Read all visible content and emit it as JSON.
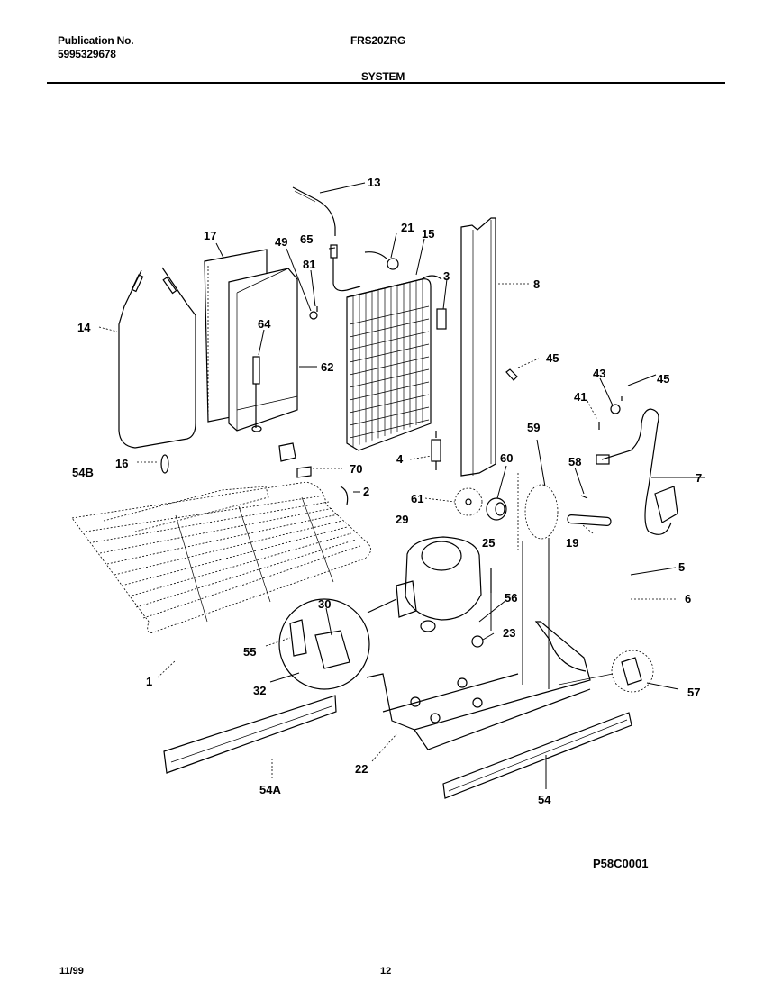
{
  "header": {
    "publication_label": "Publication No.",
    "publication_number": "5995329678",
    "model": "FRS20ZRG",
    "section": "SYSTEM"
  },
  "footer": {
    "date": "11/99",
    "page": "12",
    "figure_code": "P58C0001"
  },
  "callouts": {
    "c13": "13",
    "c17": "17",
    "c49": "49",
    "c65": "65",
    "c21": "21",
    "c15": "15",
    "c81": "81",
    "c3": "3",
    "c8": "8",
    "c14": "14",
    "c64": "64",
    "c62": "62",
    "c45a": "45",
    "c43": "43",
    "c45b": "45",
    "c41": "41",
    "c7": "7",
    "c16": "16",
    "c4": "4",
    "c70": "70",
    "c54B": "54B",
    "c2": "2",
    "c59": "59",
    "c60": "60",
    "c58": "58",
    "c61": "61",
    "c29": "29",
    "c19": "19",
    "c25": "25",
    "c5": "5",
    "c6": "6",
    "c30": "30",
    "c56": "56",
    "c55": "55",
    "c23": "23",
    "c1": "1",
    "c32": "32",
    "c57": "57",
    "c22": "22",
    "c54A": "54A",
    "c54": "54"
  }
}
